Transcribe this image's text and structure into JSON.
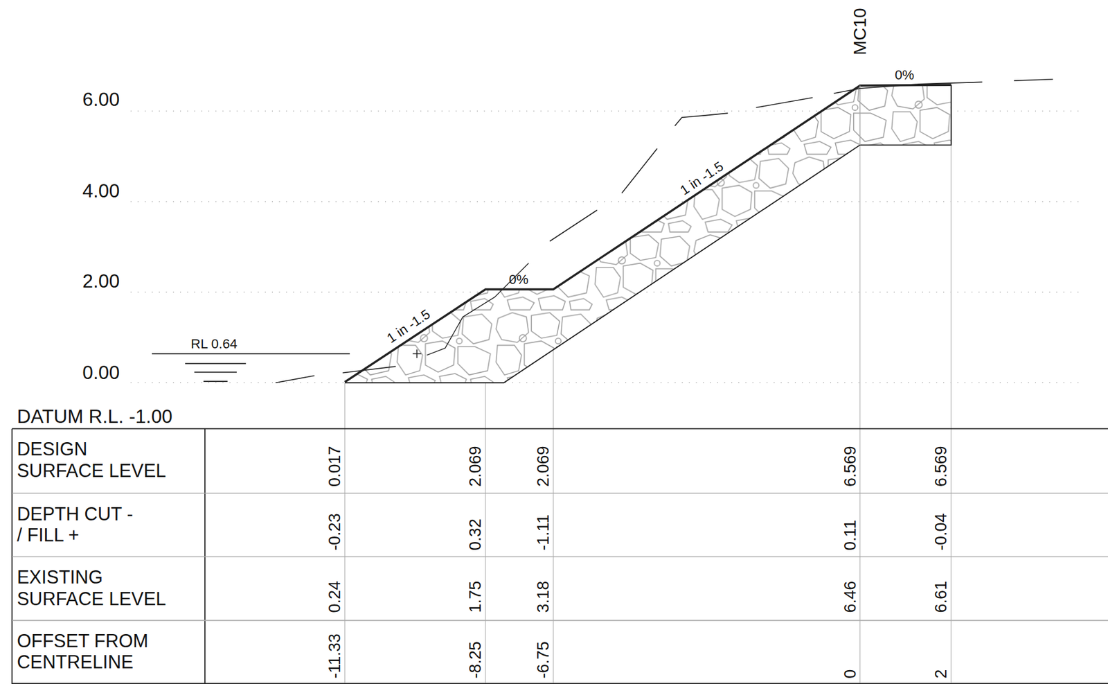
{
  "diagram": {
    "labels": [
      "6.00",
      "4.00",
      "2.00",
      "0.00",
      "RL 0.64",
      "1 in -1.5",
      "0%",
      "1 in -1.5",
      "MC10",
      "0%",
      "DATUM R.L. -1.00",
      "DESIGN SURFACE LEVEL",
      "DEPTH CUT - / FILL +",
      "EXISTING SURFACE LEVEL",
      "OFFSET FROM CENTRELINE",
      "0.017",
      "2.069",
      "2.069",
      "6.569",
      "6.569",
      "-0.23",
      "0.32",
      "-1.11",
      "0.11",
      "-0.04",
      "0.24",
      "1.75",
      "3.18",
      "6.46",
      "6.61",
      "-11.33",
      "-8.25",
      "-6.75",
      "0",
      "2"
    ]
  }
}
